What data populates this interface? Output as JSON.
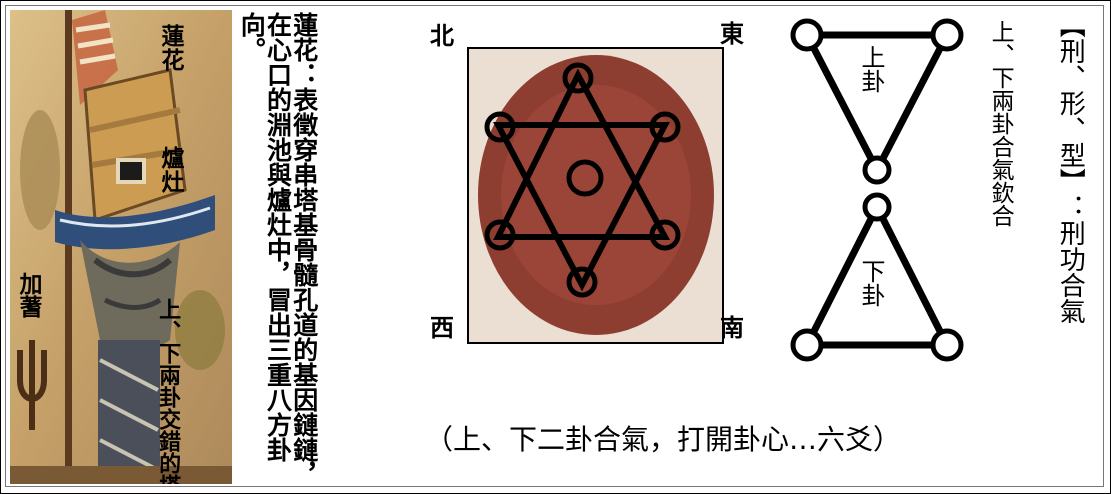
{
  "painting": {
    "lotus_label": "蓮花",
    "stove_label": "爐灶",
    "jia_zhu_label": "加蓍",
    "stupa_base_label": "上、下兩卦交錯的塔基"
  },
  "annotation": {
    "lotus_text": "蓮花：表徵穿串塔基骨髓孔道的基因鏈鏈，在心口的淵池與爐灶中，冒出三重八方卦向。"
  },
  "hexagram_panel": {
    "north": "北",
    "east": "東",
    "west": "西",
    "south": "南"
  },
  "trigrams": {
    "upper": "上卦",
    "lower": "下卦",
    "side_caption": "上、下兩卦合氣欽合"
  },
  "caption": "（上、下二卦合氣，打開卦心…六爻）",
  "right_note": "【刑、形、型】：刑功合氣",
  "colors": {
    "disc": "#8e3d31",
    "disc_center": "#a0483a",
    "tile": "#eadfd2",
    "parchment": "#c9a56b",
    "stupa_blue": "#2f4e7a",
    "line": "#000000"
  }
}
